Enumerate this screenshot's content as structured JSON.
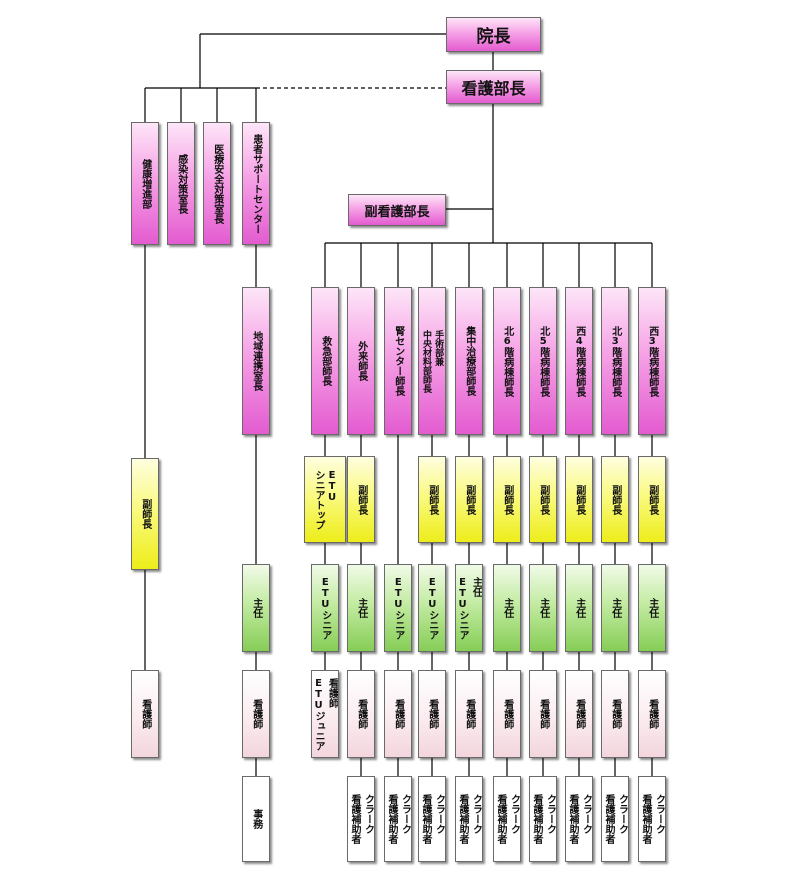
{
  "top": {
    "director": "院長",
    "nursing_director": "看護部長",
    "deputy_director": "副看護部長"
  },
  "staff_column": [
    "健康増進部",
    "感染対策室長",
    "医療安全対策室長",
    "患者サポートセンター"
  ],
  "left_units": {
    "health": [
      "副師長",
      "看護師"
    ],
    "support": [
      "地域連携室長",
      "主任",
      "看護師",
      "事務"
    ]
  },
  "departments": [
    {
      "name": "救急部師長",
      "levels": [
        "ETU\nシニアトップ",
        "ETUシニア",
        "看護師\nETUジュニア"
      ]
    },
    {
      "name": "外来師長",
      "levels": [
        "副師長",
        "主任",
        "看護師",
        "クラーク\n看護補助者"
      ]
    },
    {
      "name": "腎センター師長",
      "levels": [
        "ETUシニア",
        "看護師",
        "クラーク\n看護補助者"
      ]
    },
    {
      "name": "手術部兼\n中央材料部師長",
      "levels": [
        "副師長",
        "ETUシニア",
        "看護師",
        "クラーク\n看護補助者"
      ]
    },
    {
      "name": "集中治療部師長",
      "levels": [
        "副師長",
        "主任\nETUシニア",
        "看護師",
        "クラーク\n看護補助者"
      ]
    },
    {
      "name": "北6階病棟師長",
      "levels": [
        "副師長",
        "主任",
        "看護師",
        "クラーク\n看護補助者"
      ]
    },
    {
      "name": "北5階病棟師長",
      "levels": [
        "副師長",
        "主任",
        "看護師",
        "クラーク\n看護補助者"
      ]
    },
    {
      "name": "西4階病棟師長",
      "levels": [
        "副師長",
        "主任",
        "看護師",
        "クラーク\n看護補助者"
      ]
    },
    {
      "name": "北3階病棟師長",
      "levels": [
        "副師長",
        "主任",
        "看護師",
        "クラーク\n看護補助者"
      ]
    },
    {
      "name": "西3階病棟師長",
      "levels": [
        "副師長",
        "主任",
        "看護師",
        "クラーク\n看護補助者"
      ]
    }
  ],
  "colors": {
    "head": "#e35bd0",
    "deputy": "#eded1a",
    "chief": "#86cd56",
    "staff": "#f3d6dd",
    "clerk": "#ffffff",
    "line": "#000000"
  }
}
